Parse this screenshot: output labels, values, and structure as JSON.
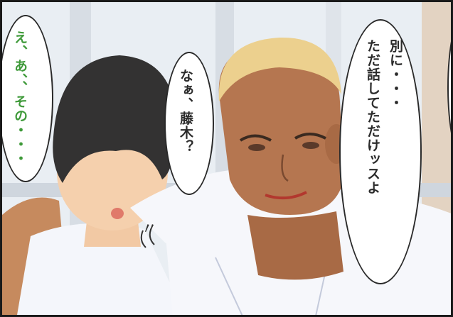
{
  "bubbles": {
    "left": "え、あ、、その・・・",
    "middle": "なぁ、藤木？",
    "right_line1": "別に・・・",
    "right_line2": "ただ話してただけッスよ"
  },
  "sfx": "〃",
  "colors": {
    "ink": "#2b2b2b",
    "green_text": "#3f9a3a",
    "panel_border": "#1a1a1a"
  },
  "icons": [
    "speech-bubble",
    "sfx-mark"
  ]
}
